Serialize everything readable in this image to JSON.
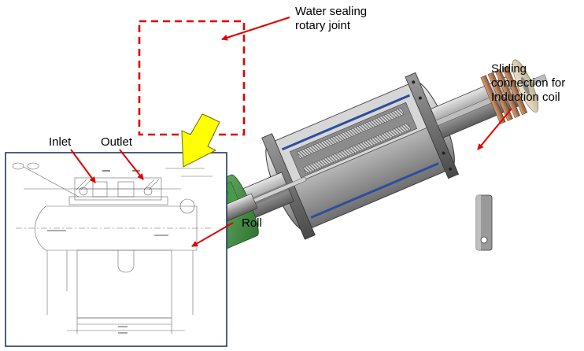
{
  "labels": {
    "water_sealing_line1": "Water sealing",
    "water_sealing_line2": "rotary joint",
    "sliding_line1": "Sliding",
    "sliding_line2": "connection for",
    "sliding_line3": "Induction coil",
    "inlet": "Inlet",
    "outlet": "Outlet",
    "roll": "Roll"
  },
  "colors": {
    "callout_arrow": "#e00000",
    "highlight_box": "#e00000",
    "transfer_arrow": "#ffff00",
    "drawing_frame": "#1f3864",
    "seal_green": "#3f8f3f",
    "cooling_blue": "#2b4f9e",
    "copper_coil": "#b9774a"
  },
  "icons": {
    "transfer": "yellow-down-arrow-icon"
  }
}
